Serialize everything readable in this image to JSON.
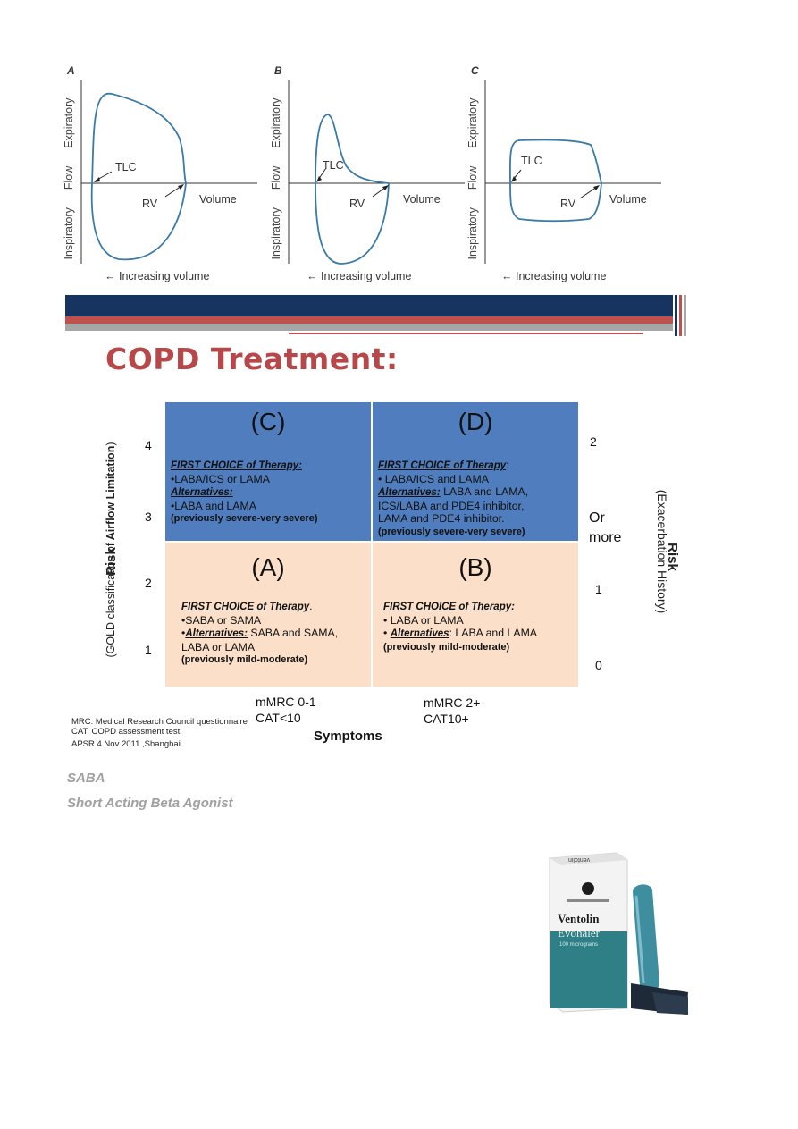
{
  "flow_volume_loops": {
    "panels": [
      {
        "letter": "A",
        "ylabel_top": "Expiratory",
        "ylabel_mid": "Flow",
        "ylabel_bottom": "Inspiratory",
        "tlc": "TLC",
        "rv": "RV",
        "volume": "Volume",
        "xlabel": "← Increasing volume"
      },
      {
        "letter": "B",
        "ylabel_top": "Expiratory",
        "ylabel_mid": "Flow",
        "ylabel_bottom": "Inspiratory",
        "tlc": "TLC",
        "rv": "RV",
        "volume": "Volume",
        "xlabel": "← Increasing volume"
      },
      {
        "letter": "C",
        "ylabel_top": "Expiratory",
        "ylabel_mid": "Flow",
        "ylabel_bottom": "Inspiratory",
        "tlc": "TLC",
        "rv": "RV",
        "volume": "Volume",
        "xlabel": "← Increasing volume"
      }
    ],
    "line_color": "#3a7aa8"
  },
  "banner_colors": {
    "blue": "#17335f",
    "red": "#c0504d",
    "grey": "#a6a6a6"
  },
  "title": "COPD Treatment:",
  "gold_grid": {
    "quadrants": {
      "C": {
        "letter": "(C)",
        "heading": "FIRST CHOICE of Therapy:",
        "line1": "•LABA/ICS or LAMA",
        "alt_heading": "Alternatives:",
        "line2": "•LABA and LAMA",
        "prev": "(previously severe-very severe)"
      },
      "D": {
        "letter": "(D)",
        "heading": "FIRST CHOICE of Therapy",
        "heading_suffix": ":",
        "line1": "• LABA/ICS and LAMA",
        "alt_heading": "Alternatives:",
        "line2": " LABA and LAMA,",
        "line3": "ICS/LABA and PDE4 inhibitor,",
        "line4": "LAMA and PDE4 inhibitor.",
        "prev": "(previously severe-very severe)"
      },
      "A": {
        "letter": "(A)",
        "heading": "FIRST CHOICE of Therapy",
        "heading_suffix": ".",
        "line1": "•SABA or SAMA",
        "alt_prefix": "•",
        "alt_heading": "Alternatives:",
        "line2": " SABA and SAMA,",
        "line3": "LABA or LAMA",
        "prev": "(previously mild-moderate)"
      },
      "B": {
        "letter": "(B)",
        "heading": "FIRST CHOICE of Therapy:",
        "line1": "• LABA or LAMA",
        "alt_prefix": "• ",
        "alt_heading": "Alternatives",
        "line2": ": LABA and LAMA",
        "prev": "(previously mild-moderate)"
      }
    },
    "left_numbers": [
      "4",
      "3",
      "2",
      "1"
    ],
    "right_numbers": [
      "2",
      "Or",
      "more",
      "1",
      "0"
    ],
    "left_axis": {
      "risk": "Risk",
      "sub_pre": "(GOLD classification of ",
      "sub_bold": "Airflow Limitation",
      "sub_post": ")"
    },
    "right_axis": {
      "risk": "Risk",
      "sub": "(Exacerbation History)"
    },
    "x_labels": {
      "col1_line1": "mMRC 0-1",
      "col1_line2": "CAT<10",
      "col2_line1": "mMRC 2+",
      "col2_line2": "CAT10+",
      "symptoms": "Symptoms"
    },
    "footnotes": [
      "MRC: Medical Research Council questionnaire",
      "CAT: COPD assessment test",
      "APSR 4 Nov 2011 ,Shanghai"
    ],
    "colors": {
      "high_risk": "#4f7dbd",
      "low_risk": "#fbdfc8"
    }
  },
  "saba": {
    "line1": "SABA",
    "line2": "Short Acting Beta Agonist"
  },
  "inhaler": {
    "box_top_text": "ventolin",
    "brand": "Ventolin",
    "product": "Evohaler",
    "dose": "100 micrograms",
    "box_color": "#2e7f86"
  }
}
